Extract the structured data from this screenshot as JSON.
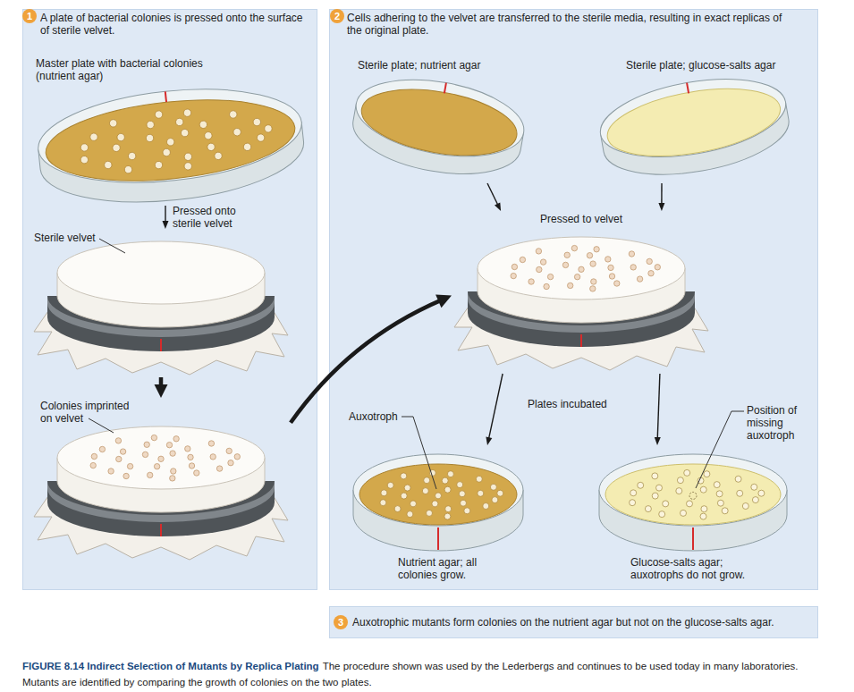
{
  "diagram": {
    "title": "FIGURE 8.14 Indirect Selection of Mutants by Replica Plating",
    "caption": "The procedure shown was used by the Lederbergs and continues to be used today in many laboratories. Mutants are identified by comparing the growth of colonies on the two plates.",
    "nodes": [
      {
        "text": [
          "A plate of bacterial colonies is pressed onto the surface of sterile velvet."
        ]
      },
      {
        "text": [
          "Master plate with bacterial colonies (nutrient agar)"
        ],
        "in": 0
      },
      {
        "text": [
          "Sterile velvet"
        ],
        "in": 0
      },
      {
        "text": [
          "Colonies imprinted on velvet"
        ],
        "in": 0
      },
      {
        "text": [
          "Cells adhering to the velvet are transferred to the sterile media, resulting in exact replicas of the original plate."
        ]
      },
      {
        "text": [
          "Sterile plate; nutrient agar"
        ],
        "in": 4
      },
      {
        "text": [
          "Sterile plate; glucose-salts agar"
        ],
        "in": 4
      },
      {
        "text": [
          "Pressed to velvet"
        ],
        "in": 4
      },
      {
        "text": [
          "Nutrient agar; all colonies grow."
        ],
        "in": 4
      },
      {
        "text": [
          "Glucose-salts agar; auxotrophs do not grow."
        ],
        "in": 4
      },
      {
        "text": [
          "Auxotrophic mutants form colonies on the nutrient agar but not on the glucose-salts agar."
        ]
      }
    ],
    "edges": [
      {
        "from": 1,
        "to": 2,
        "arrow": "to",
        "label": "Pressed onto sterile velvet"
      },
      {
        "from": 2,
        "to": 3,
        "arrow": "to"
      },
      {
        "from": 3,
        "to": 7,
        "arrow": "to"
      },
      {
        "from": 5,
        "to": 7,
        "arrow": "to"
      },
      {
        "from": 6,
        "to": 7,
        "arrow": "to"
      },
      {
        "from": 7,
        "to": 8,
        "arrow": "to"
      },
      {
        "from": 7,
        "to": 9,
        "arrow": "to"
      }
    ],
    "labels": [
      "1",
      "2",
      "Plates incubated",
      "Auxotroph",
      "Position of missing auxotroph",
      "3"
    ]
  }
}
